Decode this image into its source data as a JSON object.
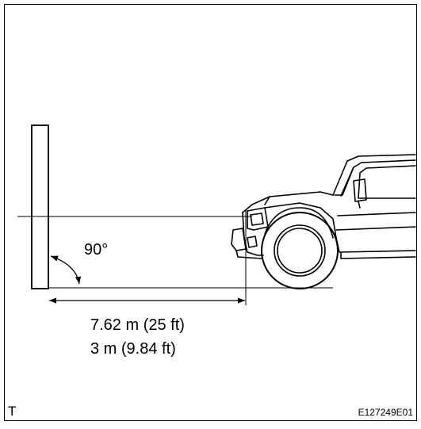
{
  "diagram": {
    "angle_label": "90°",
    "distance_line_1": "7.62 m (25 ft)",
    "distance_line_2": "3 m (9.84 ft)",
    "corner_letter": "T",
    "figure_code": "E127249E01"
  }
}
